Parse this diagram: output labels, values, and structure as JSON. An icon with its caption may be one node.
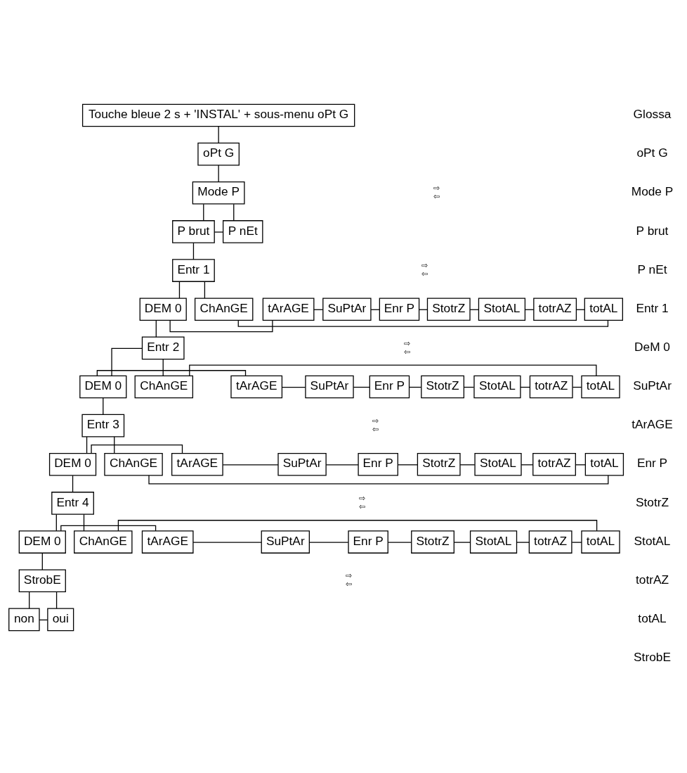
{
  "diagram": {
    "nodes": [
      {
        "text": [
          "Touche bleue 2 s + 'INSTAL' + sous-menu oPt G"
        ]
      },
      {
        "text": [
          "oPt G"
        ]
      },
      {
        "text": [
          "Mode P"
        ]
      },
      {
        "text": [
          "P brut"
        ]
      },
      {
        "text": [
          "P nEt"
        ]
      },
      {
        "text": [
          "Entr 1"
        ]
      },
      {
        "text": [
          "DEM 0"
        ]
      },
      {
        "text": [
          "tArAGE"
        ]
      },
      {
        "text": [
          "SuPtAr"
        ]
      },
      {
        "text": [
          "Enr P"
        ]
      },
      {
        "text": [
          "StotrZ"
        ]
      },
      {
        "text": [
          "StotAL"
        ]
      },
      {
        "text": [
          "totrAZ"
        ]
      },
      {
        "text": [
          "totAL"
        ]
      },
      {
        "text": [
          "ChAnGE"
        ]
      },
      {
        "text": [
          "Entr 2"
        ]
      },
      {
        "text": [
          "DEM 0"
        ]
      },
      {
        "text": [
          "tArAGE"
        ]
      },
      {
        "text": [
          "SuPtAr"
        ]
      },
      {
        "text": [
          "Enr P"
        ]
      },
      {
        "text": [
          "StotrZ"
        ]
      },
      {
        "text": [
          "StotAL"
        ]
      },
      {
        "text": [
          "totrAZ"
        ]
      },
      {
        "text": [
          "totAL"
        ]
      },
      {
        "text": [
          "ChAnGE"
        ]
      },
      {
        "text": [
          "Entr 3"
        ]
      },
      {
        "text": [
          "DEM 0"
        ]
      },
      {
        "text": [
          "tArAGE"
        ]
      },
      {
        "text": [
          "SuPtAr"
        ]
      },
      {
        "text": [
          "Enr P"
        ]
      },
      {
        "text": [
          "StotrZ"
        ]
      },
      {
        "text": [
          "StotAL"
        ]
      },
      {
        "text": [
          "totrAZ"
        ]
      },
      {
        "text": [
          "totAL"
        ]
      },
      {
        "text": [
          "ChAnGE"
        ]
      },
      {
        "text": [
          "Entr 4"
        ]
      },
      {
        "text": [
          "DEM 0"
        ]
      },
      {
        "text": [
          "tArAGE"
        ]
      },
      {
        "text": [
          "SuPtAr"
        ]
      },
      {
        "text": [
          "Enr P"
        ]
      },
      {
        "text": [
          "StotrZ"
        ]
      },
      {
        "text": [
          "StotAL"
        ]
      },
      {
        "text": [
          "totrAZ"
        ]
      },
      {
        "text": [
          "totAL"
        ]
      },
      {
        "text": [
          "ChAnGE"
        ]
      },
      {
        "text": [
          "StrobE"
        ]
      },
      {
        "text": [
          "non"
        ]
      },
      {
        "text": [
          "oui"
        ]
      }
    ],
    "edges": [
      {
        "from": 0,
        "to": 1,
        "arrow": "none"
      },
      {
        "from": 1,
        "to": 2,
        "arrow": "none"
      },
      {
        "from": 2,
        "to": 3,
        "arrow": "none"
      },
      {
        "from": 2,
        "to": 4,
        "arrow": "none"
      },
      {
        "from": 3,
        "to": 4,
        "arrow": "none"
      },
      {
        "from": 3,
        "to": 5,
        "arrow": "none"
      },
      {
        "from": 5,
        "to": 6,
        "arrow": "none"
      },
      {
        "from": 5,
        "to": 14,
        "arrow": "none"
      },
      {
        "from": 14,
        "to": 13,
        "arrow": "none"
      },
      {
        "from": 6,
        "to": 7,
        "arrow": "none"
      },
      {
        "from": 7,
        "to": 8,
        "arrow": "none"
      },
      {
        "from": 8,
        "to": 9,
        "arrow": "none"
      },
      {
        "from": 9,
        "to": 10,
        "arrow": "none"
      },
      {
        "from": 10,
        "to": 11,
        "arrow": "none"
      },
      {
        "from": 11,
        "to": 12,
        "arrow": "none"
      },
      {
        "from": 12,
        "to": 13,
        "arrow": "none"
      },
      {
        "from": 6,
        "to": 15,
        "arrow": "none"
      },
      {
        "from": 15,
        "to": 16,
        "arrow": "none"
      },
      {
        "from": 15,
        "to": 24,
        "arrow": "none"
      },
      {
        "from": 24,
        "to": 23,
        "arrow": "none"
      },
      {
        "from": 16,
        "to": 17,
        "arrow": "none"
      },
      {
        "from": 17,
        "to": 18,
        "arrow": "none"
      },
      {
        "from": 18,
        "to": 19,
        "arrow": "none"
      },
      {
        "from": 19,
        "to": 20,
        "arrow": "none"
      },
      {
        "from": 20,
        "to": 21,
        "arrow": "none"
      },
      {
        "from": 21,
        "to": 22,
        "arrow": "none"
      },
      {
        "from": 22,
        "to": 23,
        "arrow": "none"
      },
      {
        "from": 16,
        "to": 25,
        "arrow": "none"
      },
      {
        "from": 25,
        "to": 26,
        "arrow": "none"
      },
      {
        "from": 25,
        "to": 34,
        "arrow": "none"
      },
      {
        "from": 34,
        "to": 33,
        "arrow": "none"
      },
      {
        "from": 26,
        "to": 27,
        "arrow": "none"
      },
      {
        "from": 27,
        "to": 28,
        "arrow": "none"
      },
      {
        "from": 28,
        "to": 29,
        "arrow": "none"
      },
      {
        "from": 29,
        "to": 30,
        "arrow": "none"
      },
      {
        "from": 30,
        "to": 31,
        "arrow": "none"
      },
      {
        "from": 31,
        "to": 32,
        "arrow": "none"
      },
      {
        "from": 32,
        "to": 33,
        "arrow": "none"
      },
      {
        "from": 26,
        "to": 35,
        "arrow": "none"
      },
      {
        "from": 35,
        "to": 36,
        "arrow": "none"
      },
      {
        "from": 35,
        "to": 44,
        "arrow": "none"
      },
      {
        "from": 44,
        "to": 43,
        "arrow": "none"
      },
      {
        "from": 36,
        "to": 37,
        "arrow": "none"
      },
      {
        "from": 37,
        "to": 38,
        "arrow": "none"
      },
      {
        "from": 38,
        "to": 39,
        "arrow": "none"
      },
      {
        "from": 39,
        "to": 40,
        "arrow": "none"
      },
      {
        "from": 40,
        "to": 41,
        "arrow": "none"
      },
      {
        "from": 41,
        "to": 42,
        "arrow": "none"
      },
      {
        "from": 42,
        "to": 43,
        "arrow": "none"
      },
      {
        "from": 36,
        "to": 45,
        "arrow": "none"
      },
      {
        "from": 45,
        "to": 46,
        "arrow": "none"
      },
      {
        "from": 45,
        "to": 47,
        "arrow": "none"
      },
      {
        "from": 46,
        "to": 47,
        "arrow": "none"
      }
    ],
    "labels": [
      "Glossa",
      "oPt G",
      "Mode P",
      "P brut",
      "P nEt",
      "Entr 1",
      "DeM 0",
      "SuPtAr",
      "tArAGE",
      "Enr P",
      "StotrZ",
      "StotAL",
      "totrAZ",
      "totAL",
      "StrobE",
      "⇨",
      "⇦",
      "⇨",
      "⇦",
      "⇨",
      "⇦",
      "⇨",
      "⇦",
      "⇨",
      "⇦",
      "⇨",
      "⇦"
    ]
  }
}
